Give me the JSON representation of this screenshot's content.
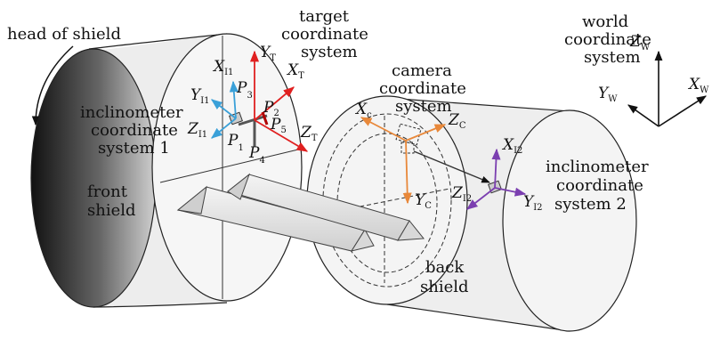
{
  "diagram": {
    "head_label": "head of shield",
    "front_shield_label": [
      "front",
      "shield"
    ],
    "back_shield_label": [
      "back",
      "shield"
    ],
    "inclinometer1_label": [
      "inclinometer",
      "coordinate",
      "system 1"
    ],
    "inclinometer2_label": [
      "inclinometer",
      "coordinate",
      "system 2"
    ],
    "target_label": [
      "target",
      "coordinate",
      "system"
    ],
    "camera_label": [
      "camera",
      "coordinate",
      "system"
    ],
    "world_label": [
      "world",
      "coordinate",
      "system"
    ]
  },
  "axes": {
    "x_i1": {
      "main": "X",
      "sub": "I1"
    },
    "y_i1": {
      "main": "Y",
      "sub": "I1"
    },
    "z_i1": {
      "main": "Z",
      "sub": "I1"
    },
    "y_t": {
      "main": "Y",
      "sub": "T"
    },
    "x_t": {
      "main": "X",
      "sub": "T"
    },
    "z_t": {
      "main": "Z",
      "sub": "T"
    },
    "x_c": {
      "main": "X",
      "sub": "c"
    },
    "z_c": {
      "main": "Z",
      "sub": "C"
    },
    "y_c": {
      "main": "Y",
      "sub": "C"
    },
    "x_i2": {
      "main": "X",
      "sub": "I2"
    },
    "z_i2": {
      "main": "Z",
      "sub": "I2"
    },
    "y_i2": {
      "main": "Y",
      "sub": "I2"
    },
    "z_w": {
      "main": "Z",
      "sub": "W"
    },
    "y_w": {
      "main": "Y",
      "sub": "W"
    },
    "x_w": {
      "main": "X",
      "sub": "W"
    }
  },
  "points": {
    "p1": {
      "main": "P",
      "sub": "1"
    },
    "p2": {
      "main": "P",
      "sub": "2"
    },
    "p3": {
      "main": "P",
      "sub": "3"
    },
    "p4": {
      "main": "P",
      "sub": "4"
    },
    "p5": {
      "main": "P",
      "sub": "5"
    }
  },
  "colors": {
    "inclinometer1_axes": "#3aa0d8",
    "target_axes": "#e02020",
    "camera_axes": "#e8883a",
    "inclinometer2_axes": "#7b3fb0",
    "world_axes": "#111111",
    "head_gradient_dark": "#1a1a1a",
    "head_gradient_light": "#c8c8c8"
  }
}
